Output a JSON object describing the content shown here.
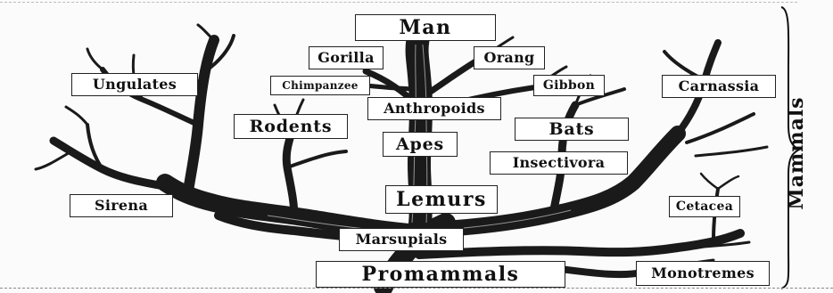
{
  "labels": {
    "man": "Man",
    "gorilla": "Gorilla",
    "orang": "Orang",
    "chimpanzee": "Chimpanzee",
    "gibbon": "Gibbon",
    "anthropoids": "Anthropoids",
    "ungulates": "Ungulates",
    "carnassia": "Carnassia",
    "rodents": "Rodents",
    "bats": "Bats",
    "apes": "Apes",
    "insectivora": "Insectivora",
    "sirena": "Sirena",
    "lemurs": "Lemurs",
    "cetacea": "Cetacea",
    "marsupials": "Marsupials",
    "promammals": "Promammals",
    "monotremes": "Monotremes"
  },
  "side_label": "Mammals",
  "colors": {
    "ink": "#1a1a1a",
    "bark_fill": "#2b2b2b",
    "paper": "#fbfbfb",
    "label_bg": "#ffffff"
  }
}
